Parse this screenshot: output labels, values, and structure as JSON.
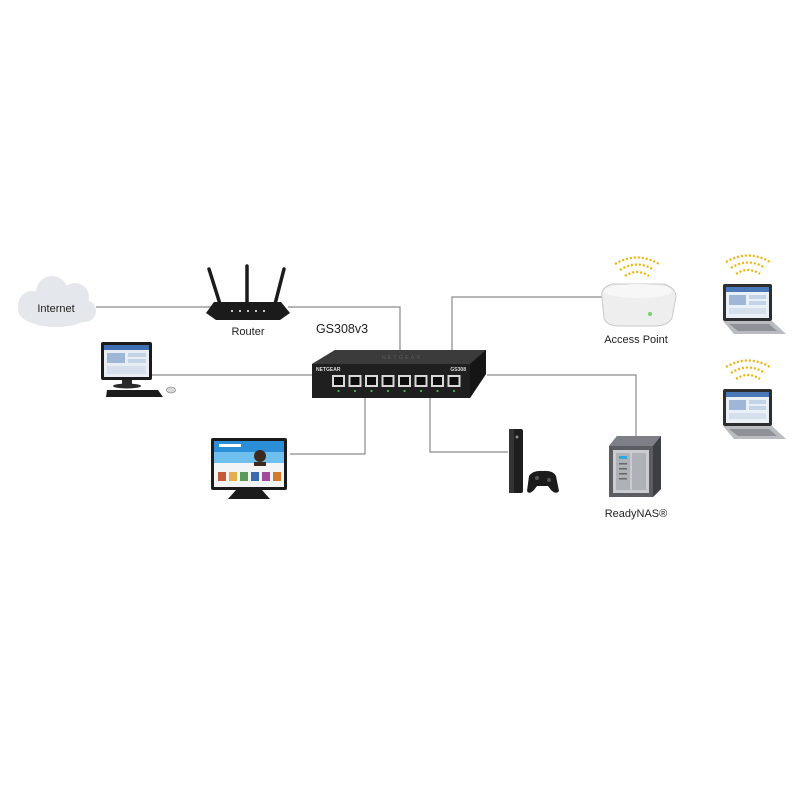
{
  "labels": {
    "internet": "Internet",
    "router": "Router",
    "switch_model": "GS308v3",
    "access_point": "Access Point",
    "nas": "ReadyNAS®",
    "switch_brand": "NETGEAR",
    "switch_front_model": "GS308",
    "switch_top_logo": "NETGEAR"
  },
  "devices": {
    "cloud": "cloud-icon",
    "router": "router-icon",
    "switch": "switch-icon",
    "access_point": "access-point-icon",
    "laptops": [
      "laptop-icon",
      "laptop-icon"
    ],
    "desktop": "desktop-computer-icon",
    "tv": "tv-icon",
    "console": "game-console-icon",
    "nas": "nas-icon"
  },
  "switch": {
    "port_count": 8
  },
  "colors": {
    "link_line": "#8a8a8a",
    "cloud_fill": "#e4e7eb",
    "device_black": "#1b1b1b",
    "wifi_wave": "#f2b200",
    "router_led": "#ffffff",
    "switch_led": "#3fbf4a"
  }
}
